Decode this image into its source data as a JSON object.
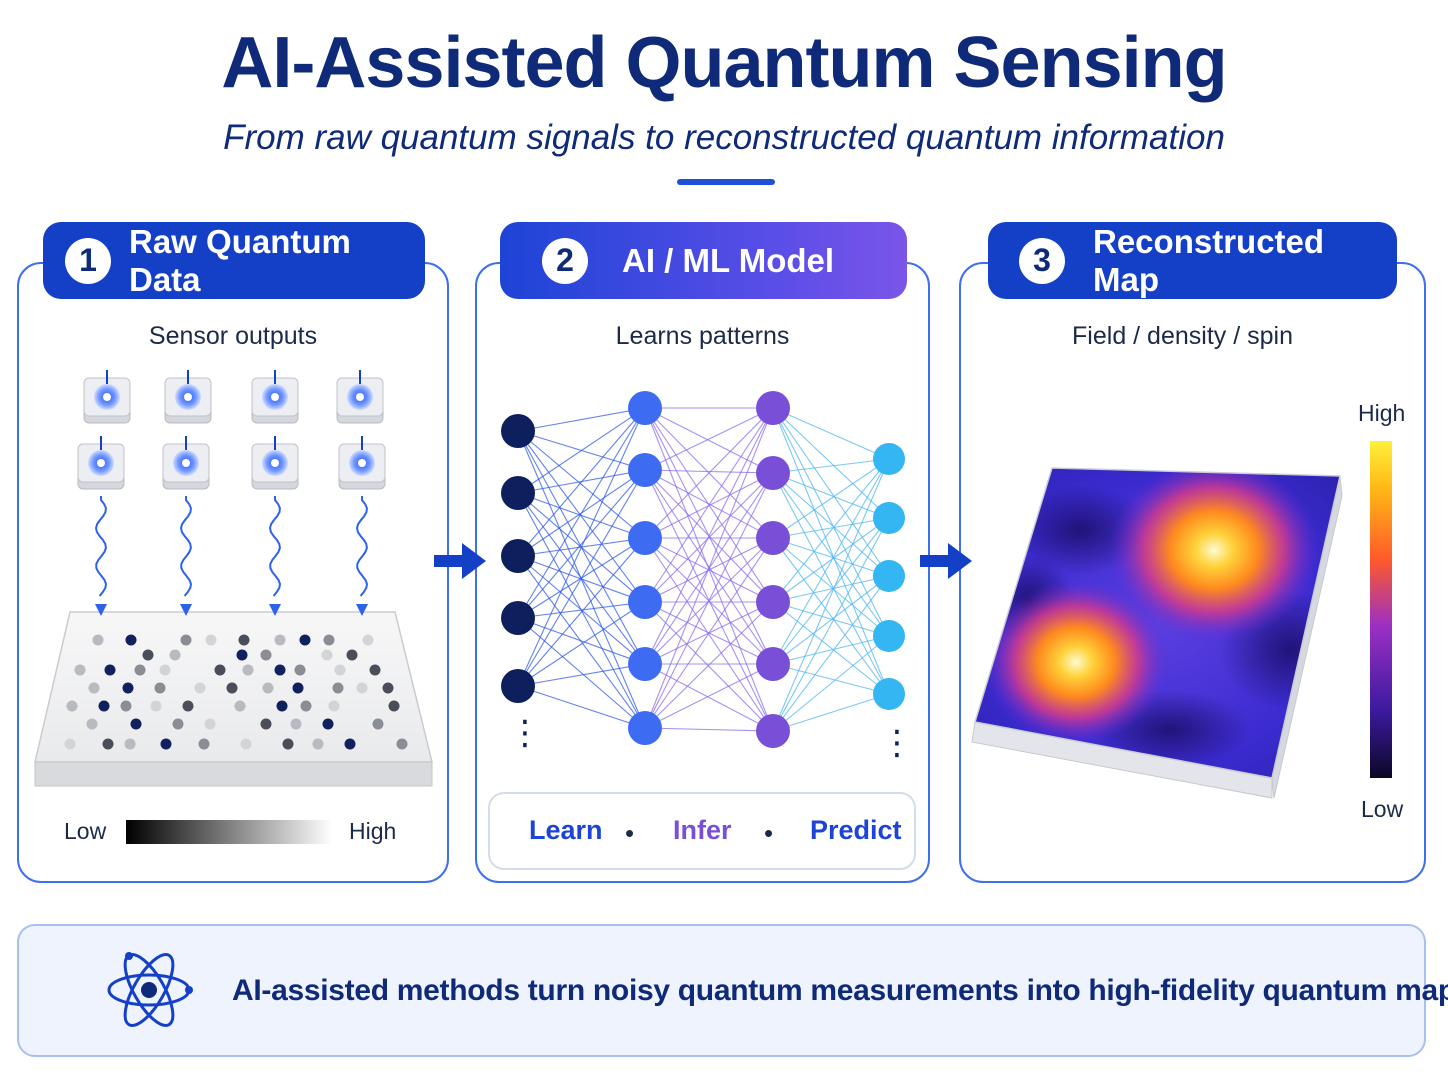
{
  "header": {
    "title": "AI-Assisted Quantum Sensing",
    "subtitle": "From raw quantum signals to reconstructed quantum information"
  },
  "colors": {
    "navy": "#0f2a78",
    "accent_blue": "#1440c8",
    "purple": "#7b55e9",
    "cyan": "#33b6f2"
  },
  "panels": [
    {
      "number": "1",
      "title": "Raw Quantum Data",
      "subtitle": "Sensor outputs",
      "scale_low": "Low",
      "scale_high": "High"
    },
    {
      "number": "2",
      "title": "AI / ML Model",
      "subtitle": "Learns patterns",
      "steps": [
        "Learn",
        "Infer",
        "Predict"
      ],
      "separator": "•"
    },
    {
      "number": "3",
      "title": "Reconstructed Map",
      "subtitle": "Field / density / spin",
      "scale_high": "High",
      "scale_low": "Low"
    }
  ],
  "network": {
    "layers": [
      5,
      6,
      6,
      5
    ],
    "layer_colors": [
      "#0d1f5c",
      "#3d6cf2",
      "#7a4fd8",
      "#33b6f2"
    ],
    "ellipsis": "⋮"
  },
  "footer": {
    "icon": "atom-icon",
    "text": "AI-assisted methods turn noisy quantum measurements into high-fidelity quantum maps."
  }
}
